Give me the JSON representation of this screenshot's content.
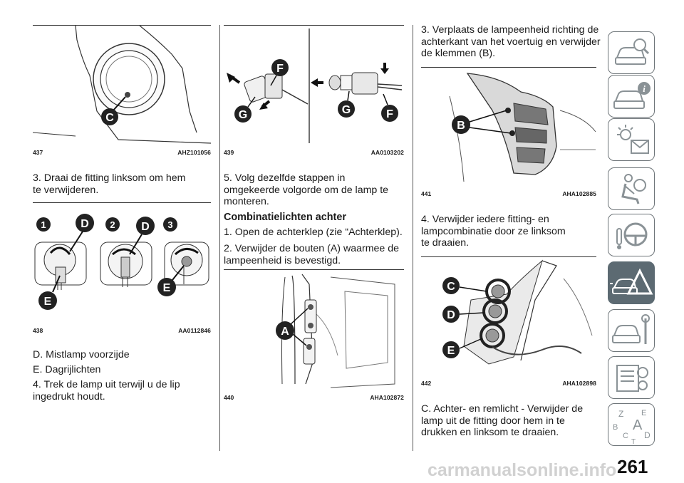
{
  "figures": [
    {
      "number": "437",
      "code": "AHZ101056",
      "labels": [
        "C"
      ]
    },
    {
      "number": "438",
      "code": "AA0112846",
      "labels": [
        "1",
        "D",
        "2",
        "D",
        "3",
        "E",
        "E"
      ]
    },
    {
      "number": "439",
      "code": "AA0103202",
      "labels": [
        "F",
        "G",
        "G",
        "F"
      ]
    },
    {
      "number": "440",
      "code": "AHA102872",
      "labels": [
        "A"
      ]
    },
    {
      "number": "441",
      "code": "AHA102885",
      "labels": [
        "B"
      ]
    },
    {
      "number": "442",
      "code": "AHA102898",
      "labels": [
        "C",
        "D",
        "E"
      ]
    }
  ],
  "text": {
    "col1_p1": "3. Draai de fitting linksom om hem te verwijderen.",
    "col1_p2": "D. Mistlamp voorzijde",
    "col1_p3": "E. Dagrijlichten",
    "col1_p4": "4. Trek de lamp uit terwijl u de lip ingedrukt houdt.",
    "col2_p1": "5. Volg dezelfde stappen in omgekeerde volgorde om de lamp te monteren.",
    "col2_heading": "Combinatielichten achter",
    "col2_p2": "1. Open de achterklep (zie “Achterklep).",
    "col2_p3": "2. Verwijder de bouten (A) waarmee de lampeenheid is bevestigd.",
    "col3_p1": "3. Verplaats de lampeenheid richting de achterkant van het voertuig en verwijder de klemmen (B).",
    "col3_p2": "4. Verwijder iedere fitting- en lampcombinatie door ze linksom te draaien.",
    "col3_p3": "C. Achter- en remlicht - Verwijder de lamp uit de fitting door hem in te drukken en linksom te draaien."
  },
  "sidebar": {
    "tabs": [
      {
        "icon": "car-magnifier-icon"
      },
      {
        "icon": "car-info-icon"
      },
      {
        "icon": "warning-lights-icon"
      },
      {
        "icon": "seat-airbag-icon"
      },
      {
        "icon": "steering-wheel-icon"
      },
      {
        "icon": "breakdown-triangle-icon",
        "active": true
      },
      {
        "icon": "car-service-icon"
      },
      {
        "icon": "specifications-icon"
      },
      {
        "icon": "alphabetical-index-icon",
        "letters": [
          "Z",
          "E",
          "B",
          "A",
          "C",
          "D",
          "T"
        ]
      }
    ],
    "active_color": "#5c6a72"
  },
  "page_number": "261",
  "watermark": "carmanualsonline.info"
}
